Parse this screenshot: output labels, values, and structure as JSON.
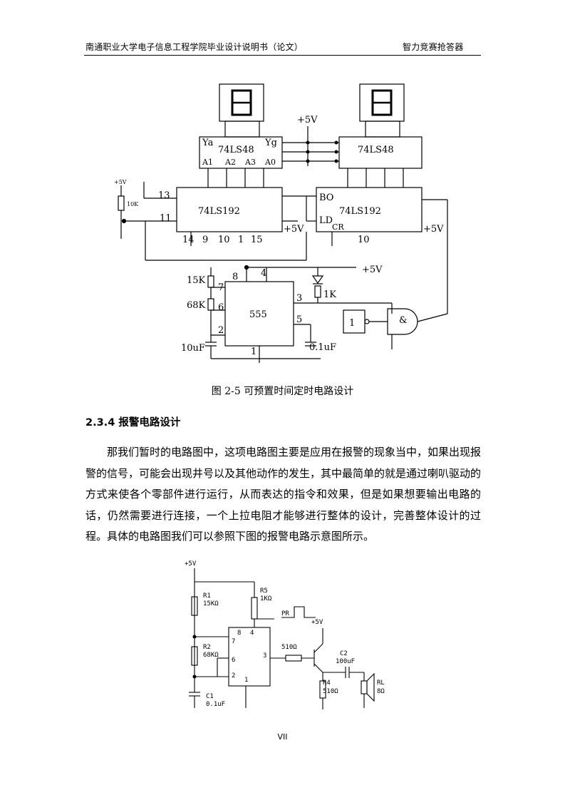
{
  "header": {
    "left": "南通职业大学电子信息工程学院毕业设计说明书（论文）",
    "right": "智力竞赛抢答器"
  },
  "figure1": {
    "caption": "图 2-5  可预置时间定时电路设计",
    "labels": {
      "vcc_top": "+5V",
      "decoder_a": "74LS48",
      "decoder_b": "74LS48",
      "counter_a": "74LS192",
      "counter_b": "74LS192",
      "timer": "555",
      "res_15k": "15K",
      "res_68k": "68K",
      "res_1k": "1K",
      "cap_10uf": "10uF",
      "cap_01uf": "0.1uF",
      "vcc_555": "+5V",
      "vcc_ca": "+5V",
      "vcc_cb": "+5V",
      "not_gate": "1",
      "and_gate": "&",
      "small_vcc": "+5V",
      "small_10k": "10K",
      "ya": "Ya",
      "yg": "Yg",
      "a1": "A1",
      "a2": "A2",
      "a3": "A3",
      "a0": "A0",
      "bo": "BO",
      "ld": "LD",
      "cr": "CR",
      "pin5": "5",
      "pin4": "4",
      "pin3": "3",
      "pin7": "7",
      "pin6": "6",
      "pin2": "2",
      "pin1": "1",
      "pin8": "8",
      "pin13": "13",
      "pin11": "11",
      "pin14": "14",
      "pin9": "9",
      "pin10": "10",
      "pin15": "15",
      "pin10b": "10"
    }
  },
  "section": {
    "title": "2.3.4  报警电路设计"
  },
  "paragraph": "那我们暂时的电路图中，这项电路图主要是应用在报警的现象当中，如果出现报警的信号，可能会出现井号以及其他动作的发生，其中最简单的就是通过喇叭驱动的方式来使各个零部件进行运行，从而表达的指令和效果，但是如果想要输出电路的话，仍然需要进行连接，一个上拉电阻才能够进行整体的设计，完善整体设计的过程。具体的电路图我们可以参照下图的报警电路示意图所示。",
  "figure2": {
    "labels": {
      "vcc": "+5V",
      "r1": "R1",
      "r1v": "15KΩ",
      "r2": "R2",
      "r2v": "68KΩ",
      "r5": "R5",
      "r5v": "1KΩ",
      "pr": "PR",
      "vcc2": "+5V",
      "c1": "C1",
      "c1v": "0.1uF",
      "c2": "C2",
      "c2v": "100uF",
      "r4": "R4",
      "r4v": "510Ω",
      "r510": "510Ω",
      "rl": "RL",
      "rlv": "8Ω",
      "p8": "8",
      "p4": "4",
      "p7": "7",
      "p6": "6",
      "p2": "2",
      "p1": "1",
      "p3": "3"
    }
  },
  "page_number": "VII"
}
